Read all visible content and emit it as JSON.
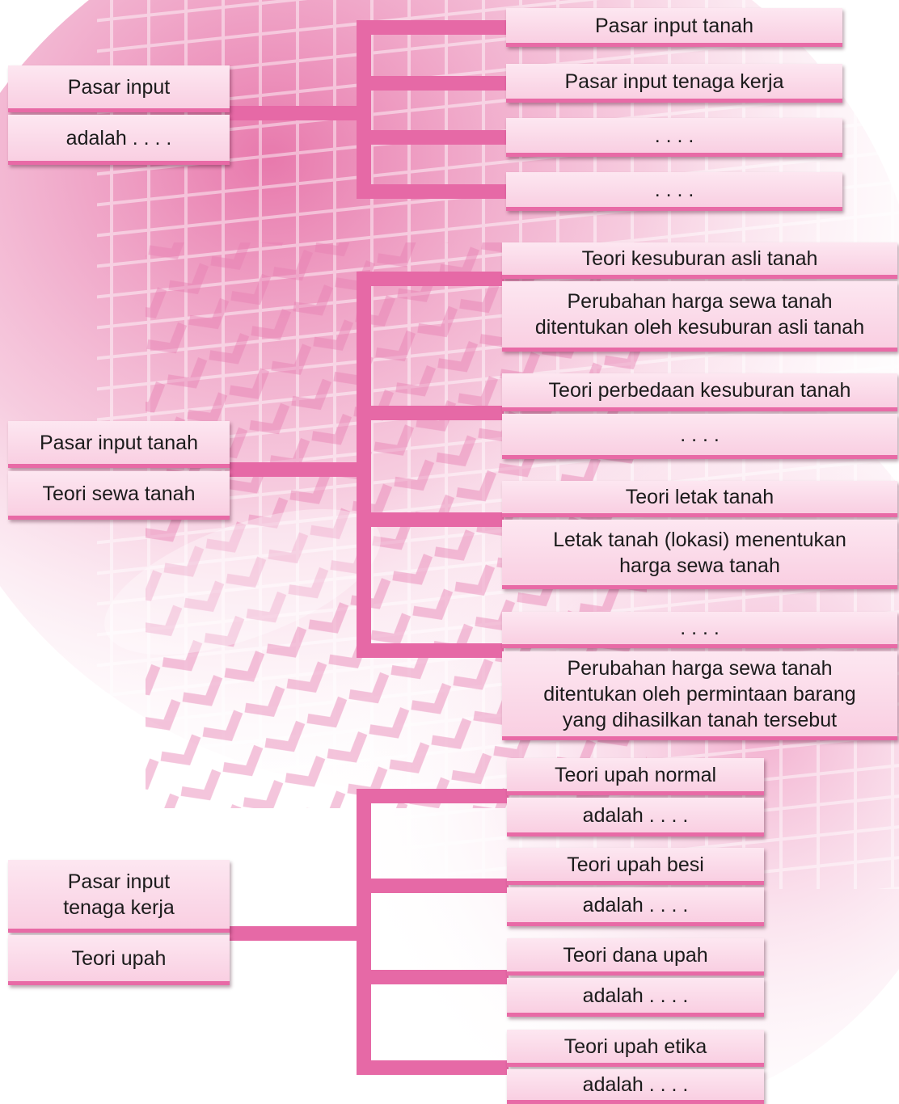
{
  "colors": {
    "connector": "#e669a6",
    "box_fill": "#fbd9e8",
    "box_border": "#e86aa6",
    "background": "#f6c2d8"
  },
  "section1": {
    "left_title": "Pasar input",
    "left_sub": "adalah . . . .",
    "items": [
      "Pasar input tanah",
      "Pasar input tenaga kerja",
      ". . . .",
      ". . . ."
    ]
  },
  "section2": {
    "left_title": "Pasar input tanah",
    "left_sub": "Teori sewa tanah",
    "theories": [
      {
        "title": "Teori kesuburan asli tanah",
        "desc": "Perubahan harga sewa tanah\nditentukan oleh kesuburan asli tanah"
      },
      {
        "title": "Teori perbedaan kesuburan tanah",
        "desc": ". . . ."
      },
      {
        "title": "Teori letak tanah",
        "desc": "Letak tanah (lokasi) menentukan\nharga sewa tanah"
      },
      {
        "title": ". . . .",
        "desc": "Perubahan harga sewa tanah\nditentukan oleh permintaan barang\nyang dihasilkan tanah tersebut"
      }
    ]
  },
  "section3": {
    "left_title": "Pasar input\ntenaga kerja",
    "left_sub": "Teori upah",
    "theories": [
      {
        "title": "Teori upah normal",
        "desc": "adalah . . . ."
      },
      {
        "title": "Teori upah besi",
        "desc": "adalah . . . ."
      },
      {
        "title": "Teori dana upah",
        "desc": "adalah . . . ."
      },
      {
        "title": "Teori upah etika",
        "desc": "adalah . . . ."
      }
    ]
  }
}
